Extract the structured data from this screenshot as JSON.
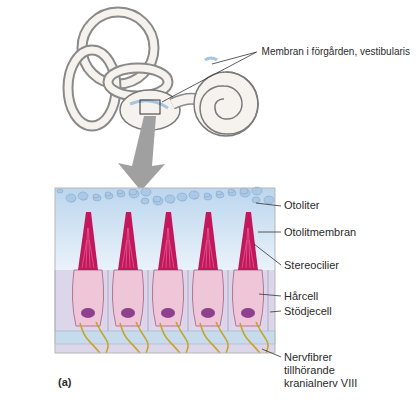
{
  "diagram": {
    "labels": [
      "Membran i förgården, vestibularis",
      "Otoliter",
      "Otolitmembran",
      "Stereocilier",
      "Hårcell",
      "Stödjecell",
      "Nervfibrer tillhörande kranialnerv VIII",
      "(a)"
    ]
  }
}
